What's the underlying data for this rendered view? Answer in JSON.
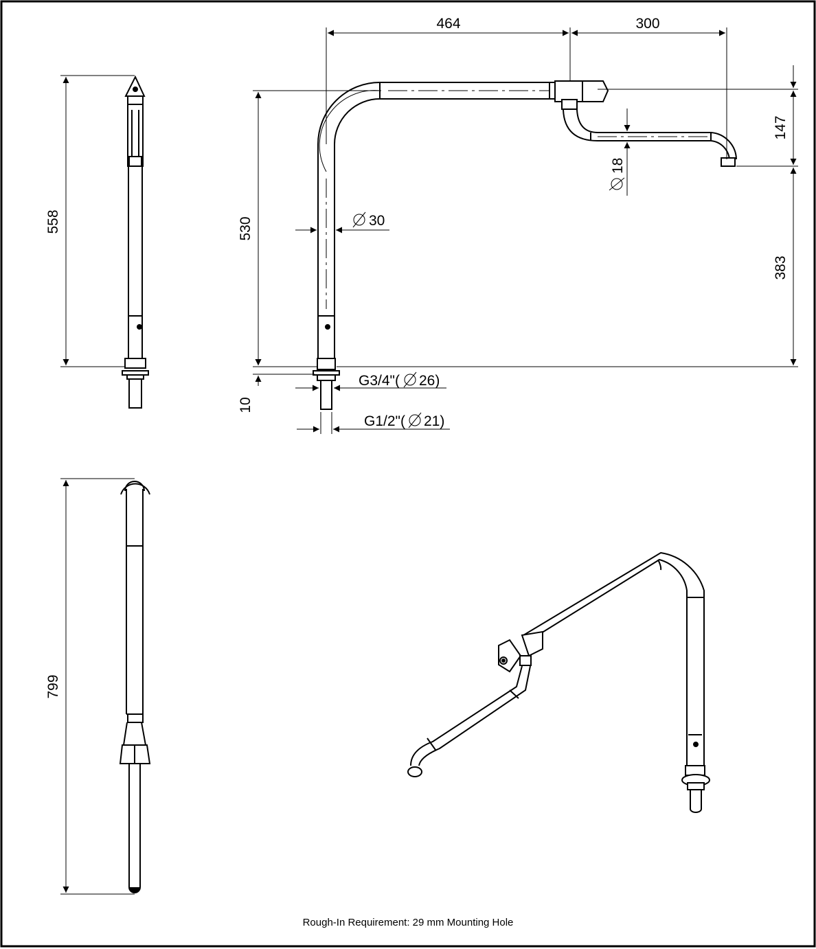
{
  "dimensions": {
    "width_464": "464",
    "width_300": "300",
    "height_147": "147",
    "height_383": "383",
    "height_530": "530",
    "height_558": "558",
    "height_10": "10",
    "length_799": "799",
    "dia_30": "30",
    "dia_18": "18",
    "thread_g34": "G3/4\"(",
    "thread_g34_dia": "26)",
    "thread_g12": "G1/2\"(",
    "thread_g12_dia": "21)"
  },
  "caption": "Rough-In Requirement: 29 mm Mounting Hole"
}
